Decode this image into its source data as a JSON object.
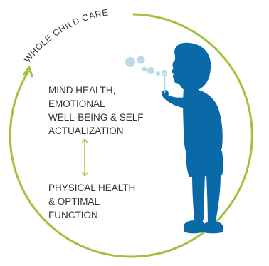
{
  "arc_label": "WHOLE CHILD CARE",
  "top_block": {
    "lines": [
      "MIND HEALTH,",
      "EMOTIONAL",
      "WELL-BEING & SELF",
      "ACTUALIZATION"
    ]
  },
  "bottom_block": {
    "lines": [
      "PHYSICAL HEALTH",
      "& OPTIMAL",
      "FUNCTION"
    ]
  },
  "colors": {
    "ring": "#9fc23f",
    "connector": "#9fc23f",
    "child": "#0a6aa8",
    "bubbles": "#b9dbe8",
    "text": "#333333"
  },
  "icons": {
    "child": "child-blowing-bubbles-icon",
    "arrow": "double-headed-arrow-icon"
  }
}
